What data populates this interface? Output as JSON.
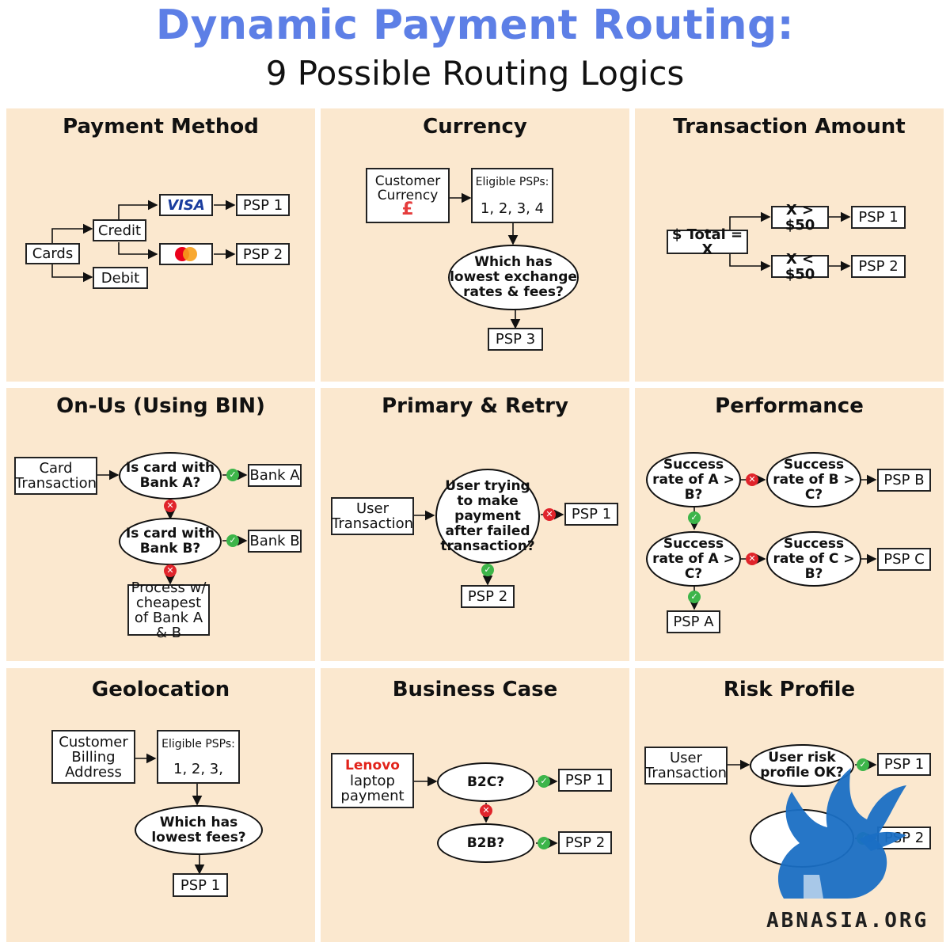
{
  "header": {
    "title": "Dynamic Payment Routing:",
    "subtitle": "9 Possible Routing Logics"
  },
  "colors": {
    "title": "#5d7fe6",
    "panel_bg": "#fbe8cf",
    "check": "#3db54a",
    "cross": "#e0242b"
  },
  "panels": {
    "payment_method": {
      "title": "Payment Method",
      "cards": "Cards",
      "credit": "Credit",
      "debit": "Debit",
      "visa": "VISA",
      "mastercard_icon": "mastercard-logo",
      "psp1": "PSP 1",
      "psp2": "PSP 2"
    },
    "currency": {
      "title": "Currency",
      "customer_currency": "Customer Currency",
      "pound": "£",
      "eligible_label": "Eligible PSPs:",
      "eligible_list": "1, 2, 3, 4",
      "question": "Which has lowest exchange rates & fees?",
      "psp": "PSP 3"
    },
    "transaction_amount": {
      "title": "Transaction Amount",
      "total": "$ Total = X",
      "gt": "X > $50",
      "lt": "X < $50",
      "psp1": "PSP 1",
      "psp2": "PSP 2"
    },
    "on_us": {
      "title": "On-Us (Using BIN)",
      "card_tx": "Card Transaction",
      "q1": "Is card with Bank A?",
      "q2": "Is card with Bank B?",
      "bank_a": "Bank A",
      "bank_b": "Bank B",
      "fallback": "Process w/ cheapest of Bank A & B"
    },
    "primary_retry": {
      "title": "Primary & Retry",
      "user_tx": "User Transaction",
      "question": "User trying to make payment after failed transaction?",
      "psp1": "PSP 1",
      "psp2": "PSP 2"
    },
    "performance": {
      "title": "Performance",
      "q1": "Success rate of A > B?",
      "q2": "Success rate of B > C?",
      "q3": "Success rate of A > C?",
      "q4": "Success rate of C > B?",
      "pspb": "PSP B",
      "pspc": "PSP C",
      "pspa": "PSP A"
    },
    "geolocation": {
      "title": "Geolocation",
      "address": "Customer Billing Address",
      "eligible_label": "Eligible PSPs:",
      "eligible_list": "1, 2, 3,",
      "question": "Which has lowest fees?",
      "psp": "PSP 1"
    },
    "business_case": {
      "title": "Business Case",
      "brand": "Lenovo",
      "payment": "laptop payment",
      "b2c": "B2C?",
      "b2b": "B2B?",
      "psp1": "PSP 1",
      "psp2": "PSP 2"
    },
    "risk_profile": {
      "title": "Risk Profile",
      "user_tx": "User Transaction",
      "q1": "User risk profile OK?",
      "q2": "",
      "psp1": "PSP 1",
      "psp2": "PSP 2"
    }
  },
  "watermark": {
    "text": "ABNASIA.ORG",
    "logo_icon": "griffin-logo"
  }
}
